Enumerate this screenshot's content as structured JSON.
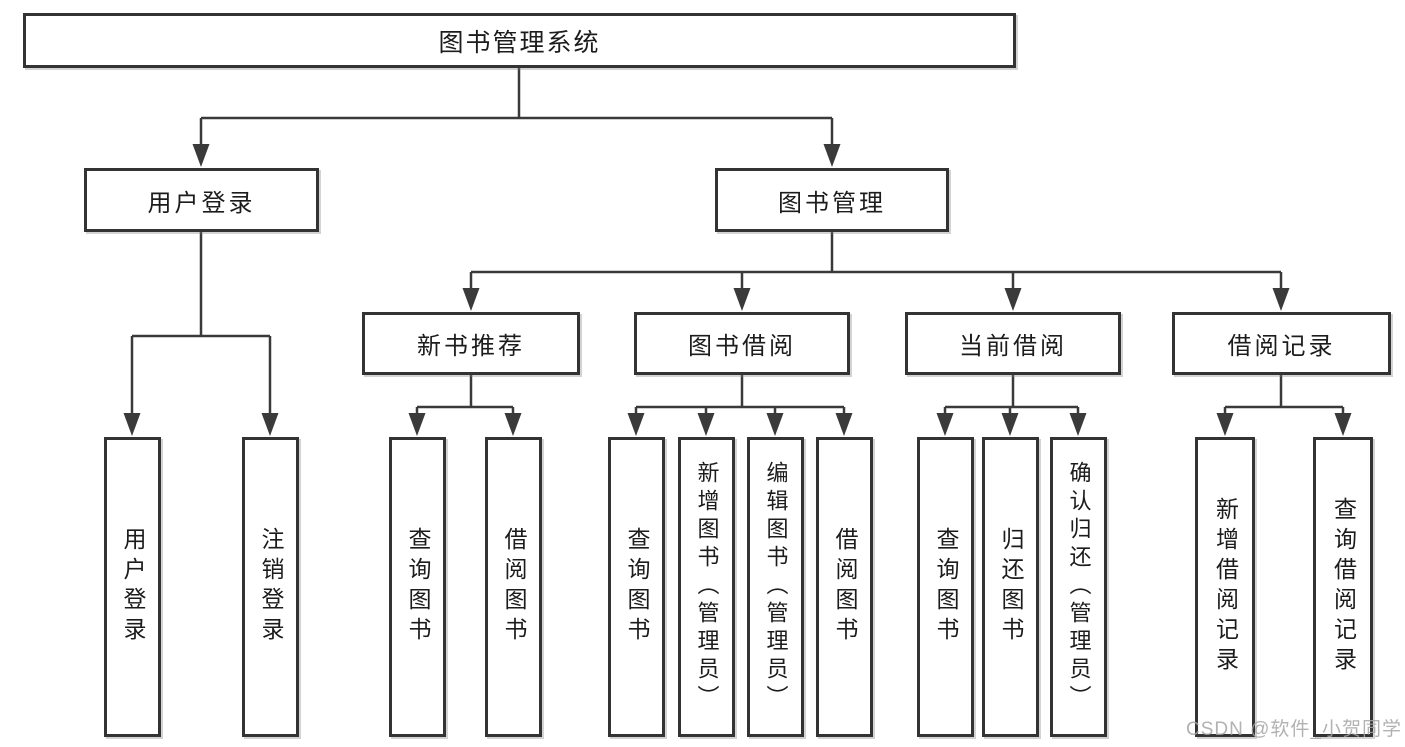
{
  "colors": {
    "background": "#ffffff",
    "box_border": "#333333",
    "connector_line": "#3a3a3a",
    "text": "#1c1c1c",
    "watermark": "#a5a5a5"
  },
  "tree": {
    "label": "图书管理系统",
    "children": [
      {
        "label": "用户登录",
        "children": [
          {
            "label": "用户登录"
          },
          {
            "label": "注销登录"
          }
        ]
      },
      {
        "label": "图书管理",
        "children": [
          {
            "label": "新书推荐",
            "children": [
              {
                "label": "查询图书"
              },
              {
                "label": "借阅图书"
              }
            ]
          },
          {
            "label": "图书借阅",
            "children": [
              {
                "label": "查询图书"
              },
              {
                "label": "新增图书（管理员）"
              },
              {
                "label": "编辑图书（管理员）"
              },
              {
                "label": "借阅图书"
              }
            ]
          },
          {
            "label": "当前借阅",
            "children": [
              {
                "label": "查询图书"
              },
              {
                "label": "归还图书"
              },
              {
                "label": "确认归还（管理员）"
              }
            ]
          },
          {
            "label": "借阅记录",
            "children": [
              {
                "label": "新增借阅记录"
              },
              {
                "label": "查询借阅记录"
              }
            ]
          }
        ]
      }
    ]
  },
  "watermark": {
    "text": "CSDN @软件_小贺同学"
  }
}
